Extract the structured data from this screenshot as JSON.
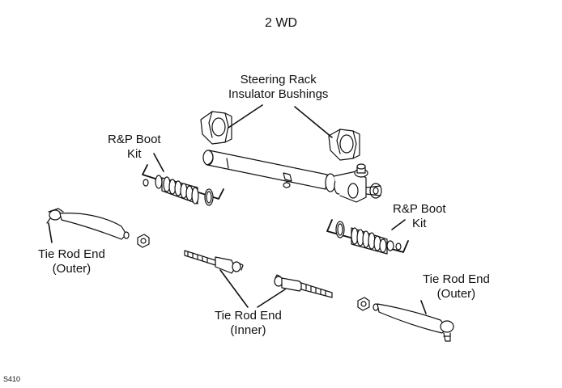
{
  "title": "2 WD",
  "figure_code": "S410",
  "labels": {
    "bushings": [
      "Steering Rack",
      "Insulator Bushings"
    ],
    "boot_kit_left": [
      "R&P Boot",
      "Kit"
    ],
    "boot_kit_right": [
      "R&P Boot",
      "Kit"
    ],
    "tie_rod_outer_left": [
      "Tie Rod End",
      "(Outer)"
    ],
    "tie_rod_outer_right": [
      "Tie Rod End",
      "(Outer)"
    ],
    "tie_rod_inner": [
      "Tie Rod End",
      "(Inner)"
    ]
  }
}
